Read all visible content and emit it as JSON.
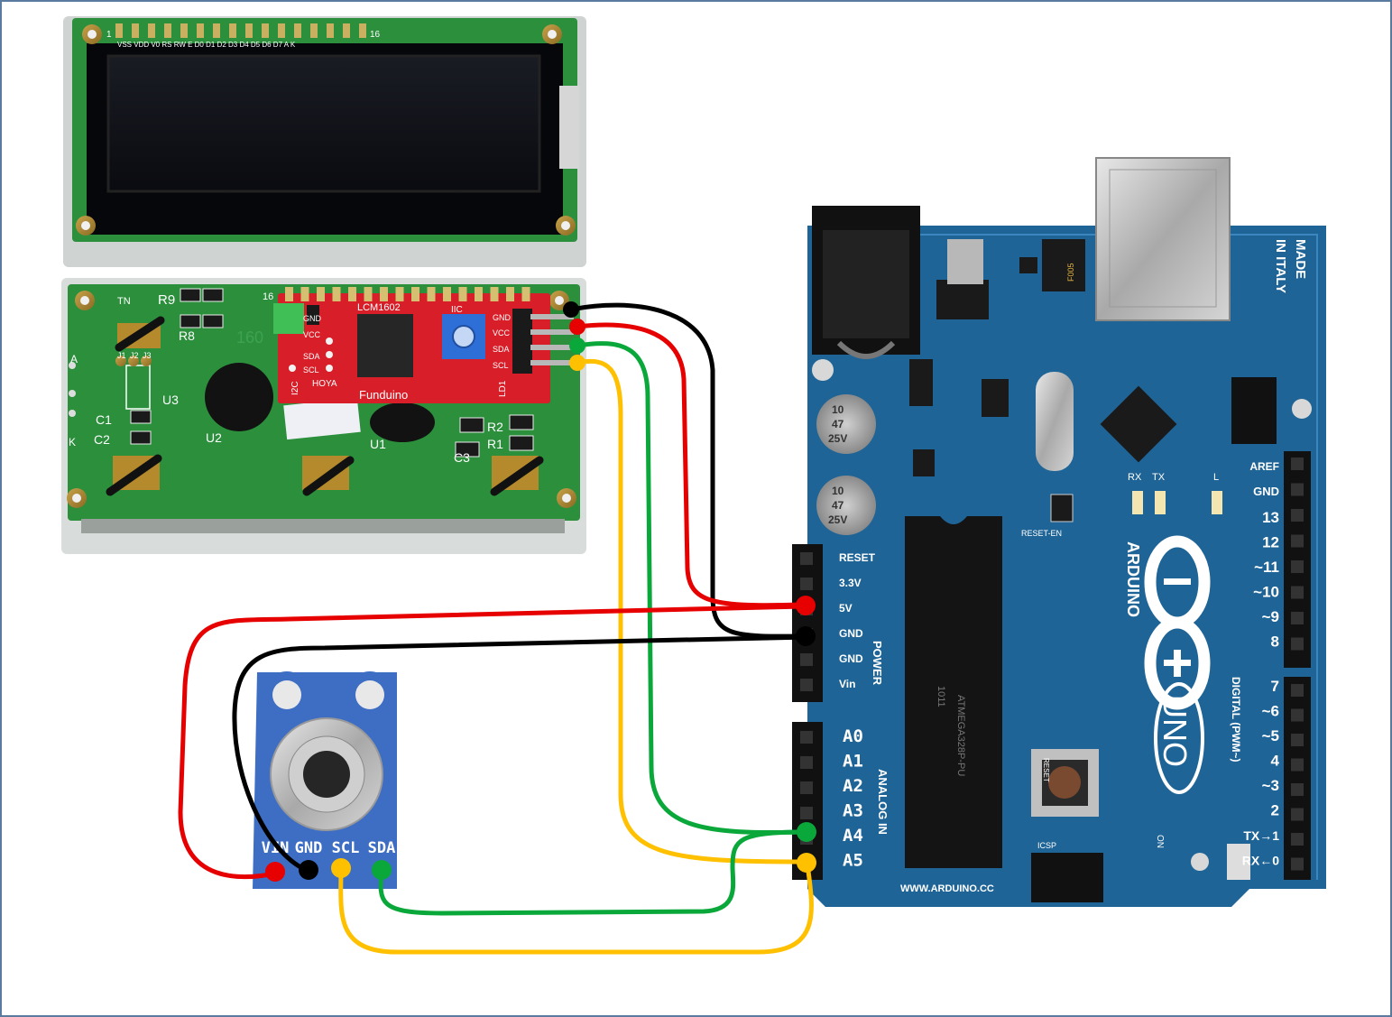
{
  "lcd": {
    "pin_first": "1",
    "pin_last": "16",
    "silk_pins": "VSS VDD V0 RS RW E D0 D1 D2 D3 D4 D5 D6 D7 A K",
    "designators": {
      "tn": "TN",
      "r9": "R9",
      "r8": "R8",
      "a": "A",
      "k": "K",
      "j1": "J1",
      "j2": "J2",
      "j3": "J3",
      "u3": "U3",
      "c1": "C1",
      "c2": "C2",
      "u2": "U2",
      "u1": "U1",
      "r2": "R2",
      "r1": "R1",
      "c3": "C3",
      "sixteen": "16",
      "onesixty": "160"
    }
  },
  "i2c_backpack": {
    "model": "LCM1602",
    "iic": "IIC",
    "brand": "Funduino",
    "hoya": "HOYA",
    "i2c": "I2C",
    "ld1": "LD1",
    "gnd": "GND",
    "vcc": "VCC",
    "sda": "SDA",
    "scl": "SCL",
    "sda_small": "SDA",
    "scl_small": "SCL"
  },
  "arduino": {
    "made_in": "MADE\nIN ITALY",
    "brand": "ARDUINO",
    "model": "UNO",
    "website": "WWW.ARDUINO.CC",
    "power_header": "POWER",
    "analog_header": "ANALOG IN",
    "digital_header": "DIGITAL (PWM~)",
    "power_pins": [
      "RESET",
      "3.3V",
      "5V",
      "GND",
      "GND",
      "Vin"
    ],
    "analog_pins": [
      "A0",
      "A1",
      "A2",
      "A3",
      "A4",
      "A5"
    ],
    "digital_pins": [
      "AREF",
      "GND",
      "13",
      "12",
      "~11",
      "~10",
      "~9",
      "8",
      "7",
      "~6",
      "~5",
      "4",
      "~3",
      "2",
      "TX→1",
      "RX←0"
    ],
    "cap_top": "10\n47\n25V",
    "cap_bottom": "10\n47\n25V",
    "rx": "RX",
    "tx": "TX",
    "l": "L",
    "reset_en": "RESET-EN",
    "reset_btn": "RESET",
    "icsp": "ICSP",
    "on": "ON",
    "chip_text": "ATMEGA328P-PU",
    "chip_code": "1011",
    "fuse": "F005"
  },
  "sensor": {
    "pins": [
      "VIN",
      "GND",
      "SCL",
      "SDA"
    ]
  },
  "colors": {
    "wire_red": "#e60000",
    "wire_black": "#000000",
    "wire_green": "#0aa83a",
    "wire_yellow": "#ffc000",
    "arduino_blue": "#1f6496",
    "lcd_pcb": "#2b8f3c",
    "backpack_red": "#d81e28",
    "sensor_board": "#3d6ec4"
  }
}
